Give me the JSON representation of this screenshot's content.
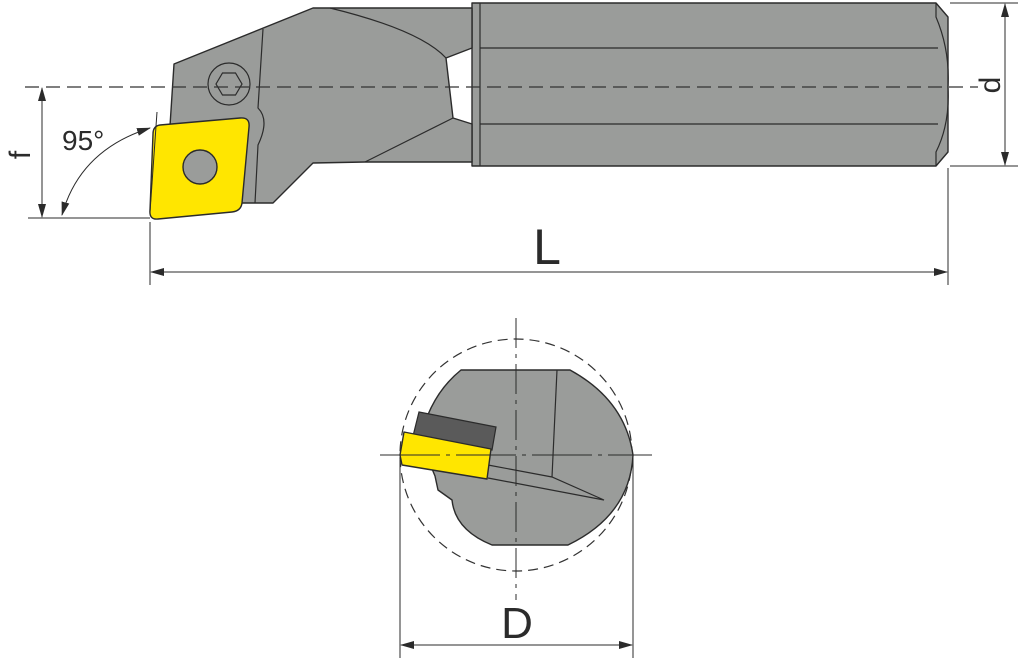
{
  "labels": {
    "angle": "95°",
    "f": "f",
    "L": "L",
    "d": "d",
    "D": "D"
  },
  "colors": {
    "holder": "#9a9c9a",
    "insert": "#ffe600",
    "shim": "#5a5a5a",
    "line": "#2b2b2b"
  }
}
